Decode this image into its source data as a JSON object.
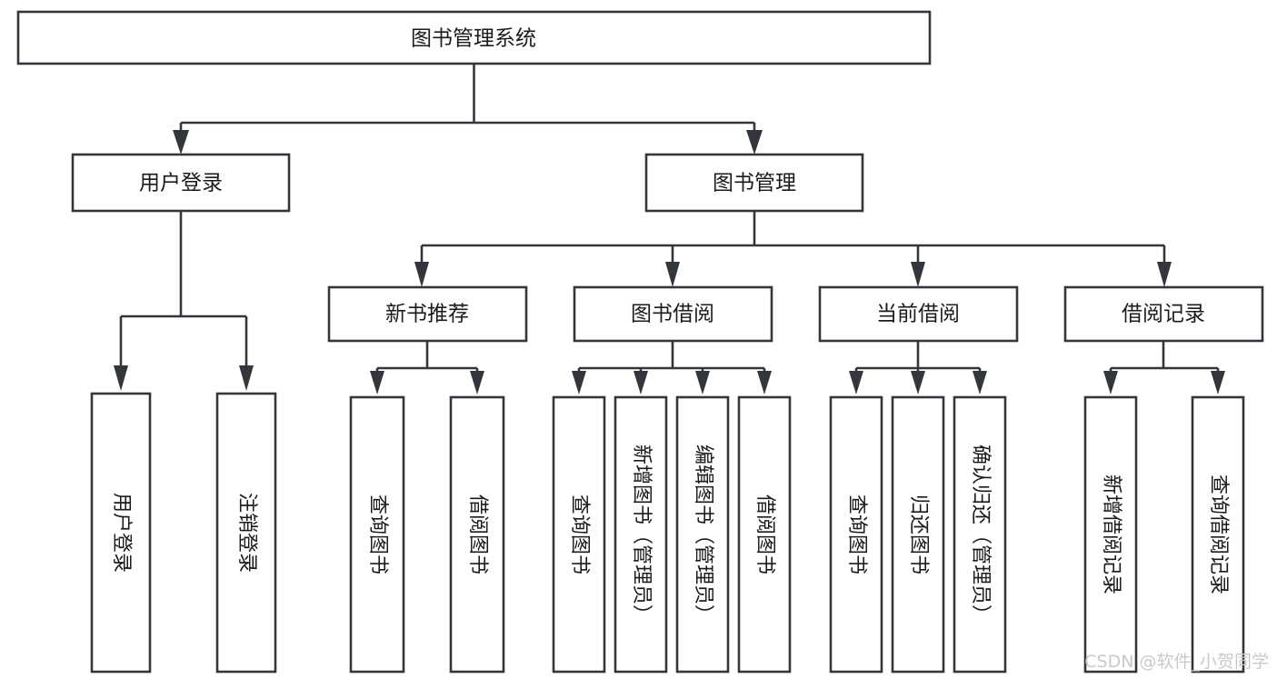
{
  "diagram": {
    "title": "图书管理系统",
    "type": "tree",
    "watermark": "CSDN @软件_小贺同学",
    "colors": {
      "stroke": "#33363b",
      "fill": "#ffffff",
      "text": "#1b1b1b",
      "watermark": "#c9c9c9",
      "background": "#ffffff"
    },
    "nodes": {
      "root": {
        "label": "图书管理系统",
        "level": 1,
        "orientation": "horizontal"
      },
      "user_login": {
        "label": "用户登录",
        "level": 2,
        "orientation": "horizontal"
      },
      "book_manage": {
        "label": "图书管理",
        "level": 2,
        "orientation": "horizontal"
      },
      "new_book_rec": {
        "label": "新书推荐",
        "level": 3,
        "orientation": "horizontal"
      },
      "book_borrow": {
        "label": "图书借阅",
        "level": 3,
        "orientation": "horizontal"
      },
      "current_borrow": {
        "label": "当前借阅",
        "level": 3,
        "orientation": "horizontal"
      },
      "borrow_record": {
        "label": "借阅记录",
        "level": 3,
        "orientation": "horizontal"
      },
      "leaf_user_login": {
        "label": "用户登录",
        "level": 4,
        "orientation": "vertical"
      },
      "leaf_logout": {
        "label": "注销登录",
        "level": 4,
        "orientation": "vertical"
      },
      "leaf_query_book_a": {
        "label": "查询图书",
        "level": 4,
        "orientation": "vertical"
      },
      "leaf_borrow_book_a": {
        "label": "借阅图书",
        "level": 4,
        "orientation": "vertical"
      },
      "leaf_query_book_b": {
        "label": "查询图书",
        "level": 4,
        "orientation": "vertical"
      },
      "leaf_add_book": {
        "label": "新增图书（管理员）",
        "level": 4,
        "orientation": "vertical"
      },
      "leaf_edit_book": {
        "label": "编辑图书（管理员）",
        "level": 4,
        "orientation": "vertical"
      },
      "leaf_borrow_book_b": {
        "label": "借阅图书",
        "level": 4,
        "orientation": "vertical"
      },
      "leaf_query_book_c": {
        "label": "查询图书",
        "level": 4,
        "orientation": "vertical"
      },
      "leaf_return_book": {
        "label": "归还图书",
        "level": 4,
        "orientation": "vertical"
      },
      "leaf_confirm_return": {
        "label": "确认归还（管理员）",
        "level": 4,
        "orientation": "vertical"
      },
      "leaf_add_record": {
        "label": "新增借阅记录",
        "level": 4,
        "orientation": "vertical"
      },
      "leaf_query_record": {
        "label": "查询借阅记录",
        "level": 4,
        "orientation": "vertical"
      }
    },
    "edges": [
      {
        "from": "root",
        "to": "user_login"
      },
      {
        "from": "root",
        "to": "book_manage"
      },
      {
        "from": "user_login",
        "to": "leaf_user_login"
      },
      {
        "from": "user_login",
        "to": "leaf_logout"
      },
      {
        "from": "book_manage",
        "to": "new_book_rec"
      },
      {
        "from": "book_manage",
        "to": "book_borrow"
      },
      {
        "from": "book_manage",
        "to": "current_borrow"
      },
      {
        "from": "book_manage",
        "to": "borrow_record"
      },
      {
        "from": "new_book_rec",
        "to": "leaf_query_book_a"
      },
      {
        "from": "new_book_rec",
        "to": "leaf_borrow_book_a"
      },
      {
        "from": "book_borrow",
        "to": "leaf_query_book_b"
      },
      {
        "from": "book_borrow",
        "to": "leaf_add_book"
      },
      {
        "from": "book_borrow",
        "to": "leaf_edit_book"
      },
      {
        "from": "book_borrow",
        "to": "leaf_borrow_book_b"
      },
      {
        "from": "current_borrow",
        "to": "leaf_query_book_c"
      },
      {
        "from": "current_borrow",
        "to": "leaf_return_book"
      },
      {
        "from": "current_borrow",
        "to": "leaf_confirm_return"
      },
      {
        "from": "borrow_record",
        "to": "leaf_add_record"
      },
      {
        "from": "borrow_record",
        "to": "leaf_query_record"
      }
    ]
  }
}
